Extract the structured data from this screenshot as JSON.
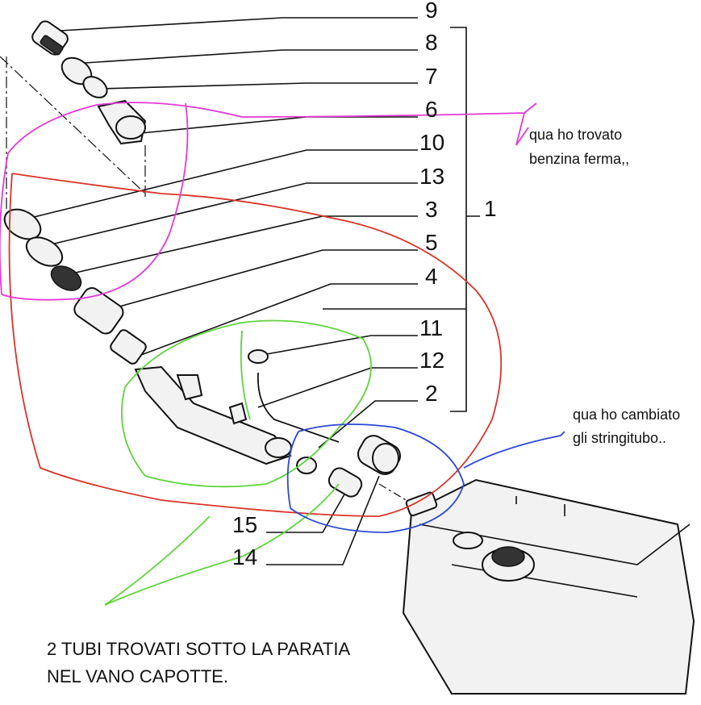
{
  "callouts": [
    "9",
    "8",
    "7",
    "6",
    "10",
    "13",
    "3",
    "5",
    "4",
    "11",
    "12",
    "2",
    "1",
    "15",
    "14"
  ],
  "notes": {
    "fuel_still_line1": "qua ho trovato",
    "fuel_still_line2": "benzina ferma,,",
    "clamps_line1": "qua ho cambiato",
    "clamps_line2": "gli stringitubo.."
  },
  "caption": {
    "line1": "2 TUBI TROVATI SOTTO LA PARATIA",
    "line2": "NEL VANO CAPOTTE."
  },
  "colors": {
    "red_marker": "#d9332b",
    "magenta_marker": "#e23ad6",
    "green_marker": "#5fd43c",
    "blue_marker": "#2a48d6"
  }
}
